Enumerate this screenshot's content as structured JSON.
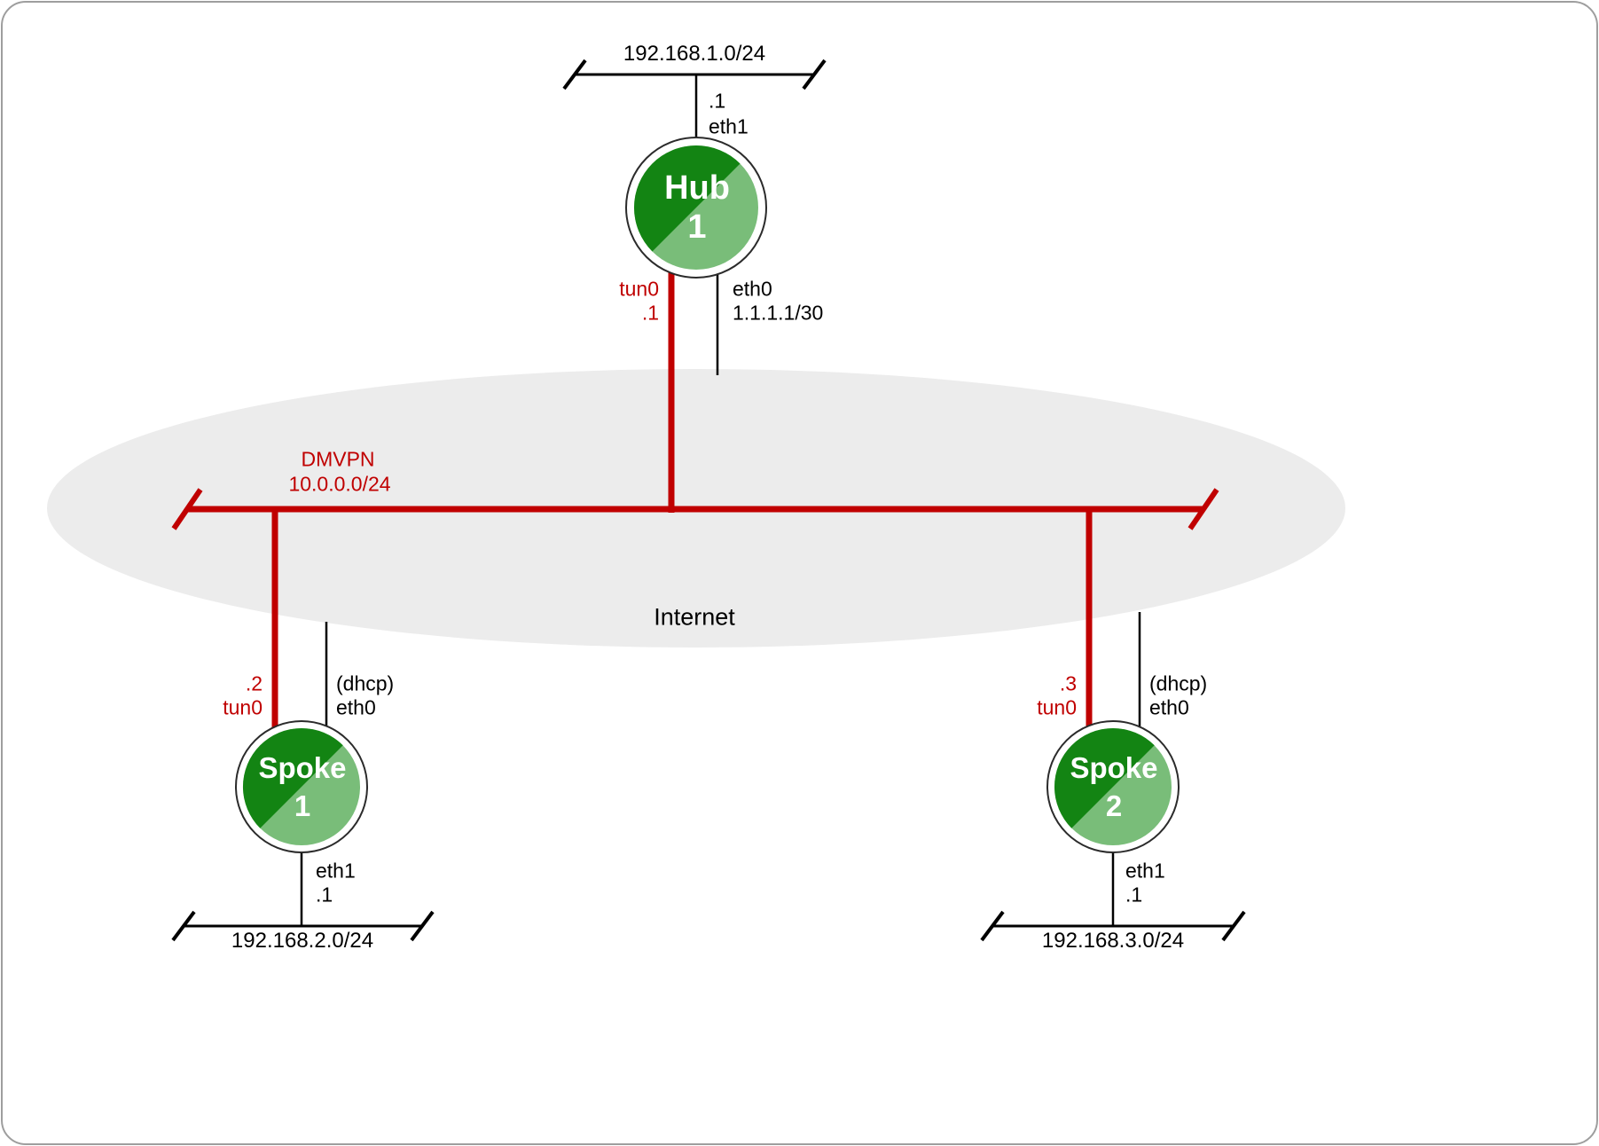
{
  "colors": {
    "dmvpn_red": "#c00000",
    "link_black": "#000000",
    "router_green_dark": "#138413",
    "router_green_light": "#79bd79",
    "cloud_gray": "#ececec",
    "frame_border": "#9e9e9e"
  },
  "networks": {
    "lan_hub": {
      "label": "192.168.1.0/24"
    },
    "lan_spoke1": {
      "label": "192.168.2.0/24"
    },
    "lan_spoke2": {
      "label": "192.168.3.0/24"
    },
    "dmvpn": {
      "name": "DMVPN",
      "subnet": "10.0.0.0/24"
    },
    "internet": {
      "label": "Internet"
    }
  },
  "nodes": {
    "hub1": {
      "name": "Hub",
      "number": "1",
      "lan_ip": ".1",
      "lan_if": "eth1",
      "tun_if": "tun0",
      "tun_ip": ".1",
      "wan_if": "eth0",
      "wan_ip": "1.1.1.1/30"
    },
    "spoke1": {
      "name": "Spoke",
      "number": "1",
      "tun_ip": ".2",
      "tun_if": "tun0",
      "wan_ip": "(dhcp)",
      "wan_if": "eth0",
      "lan_if": "eth1",
      "lan_ip": ".1"
    },
    "spoke2": {
      "name": "Spoke",
      "number": "2",
      "tun_ip": ".3",
      "tun_if": "tun0",
      "wan_ip": "(dhcp)",
      "wan_if": "eth0",
      "lan_if": "eth1",
      "lan_ip": ".1"
    }
  }
}
